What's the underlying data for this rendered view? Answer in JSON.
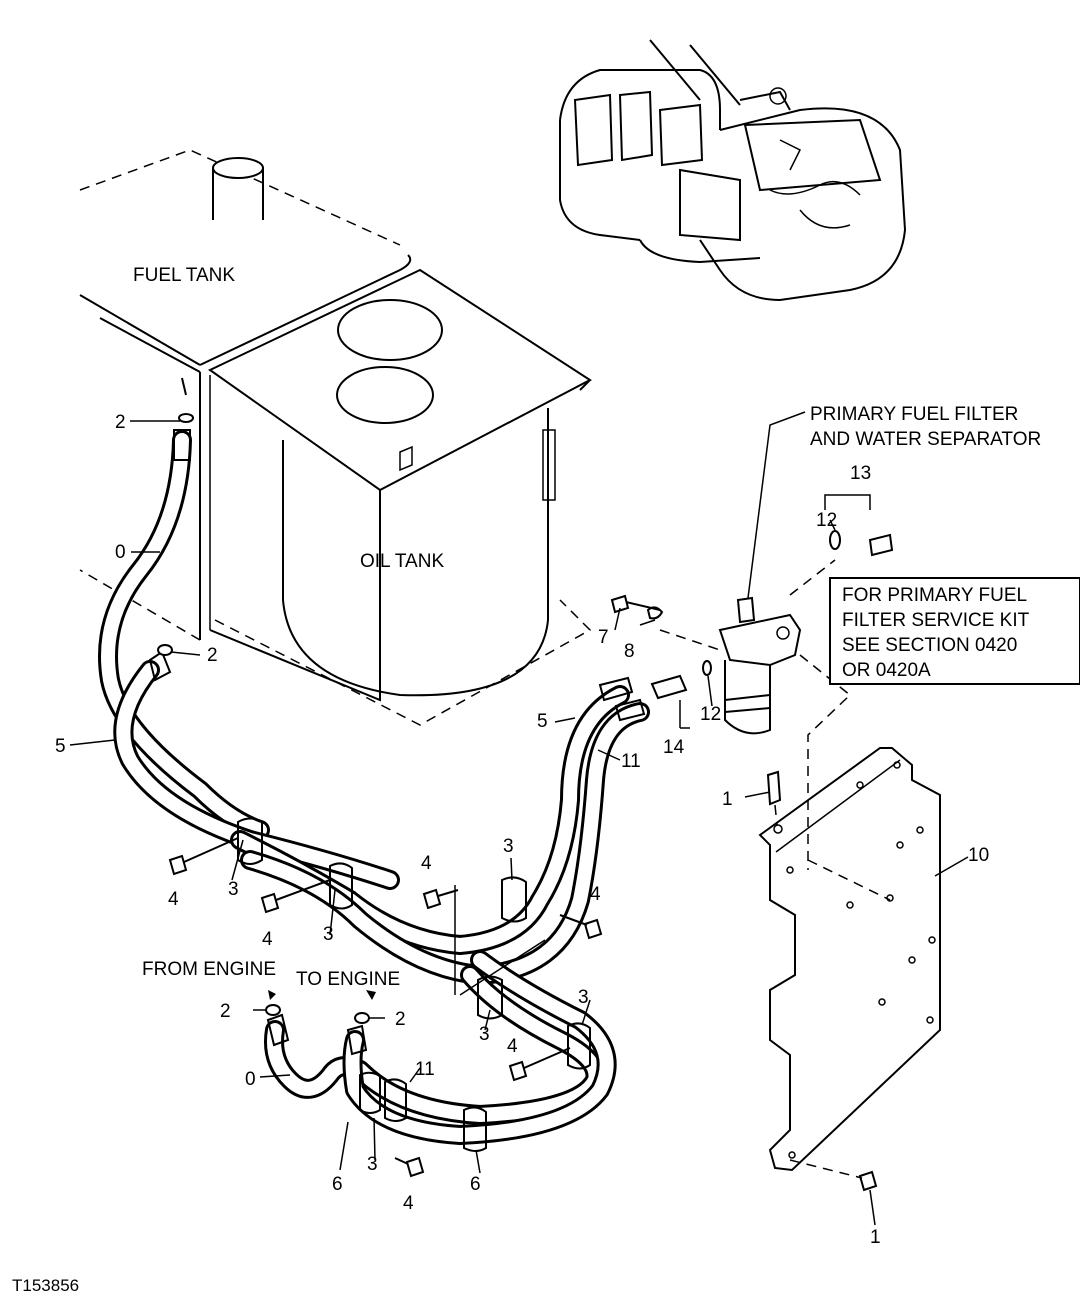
{
  "labels": {
    "fuel_tank": "FUEL TANK",
    "oil_tank": "OIL TANK",
    "primary_filter_line1": "PRIMARY FUEL FILTER",
    "primary_filter_line2": "AND WATER SEPARATOR",
    "from_engine": "FROM ENGINE",
    "to_engine": "TO ENGINE"
  },
  "service_note": {
    "line1": "FOR PRIMARY FUEL",
    "line2": "FILTER SERVICE KIT",
    "line3": "SEE SECTION 0420",
    "line4": "OR 0420A"
  },
  "callouts": {
    "c1a": "1",
    "c1b": "1",
    "c2a": "2",
    "c2b": "2",
    "c2c": "2",
    "c2d": "2",
    "c3a": "3",
    "c3b": "3",
    "c3c": "3",
    "c3d": "3",
    "c3e": "3",
    "c3f": "3",
    "c4a": "4",
    "c4b": "4",
    "c4c": "4",
    "c4d": "4",
    "c4e": "4",
    "c4f": "4",
    "c5a": "5",
    "c5b": "5",
    "c6a": "6",
    "c6b": "6",
    "c7": "7",
    "c8": "8",
    "c10": "10",
    "c11a": "11",
    "c11b": "11",
    "c12a": "12",
    "c12b": "12",
    "c13": "13",
    "c14": "14",
    "c0a": "0",
    "c0b": "0"
  },
  "figure_id": "T153856"
}
